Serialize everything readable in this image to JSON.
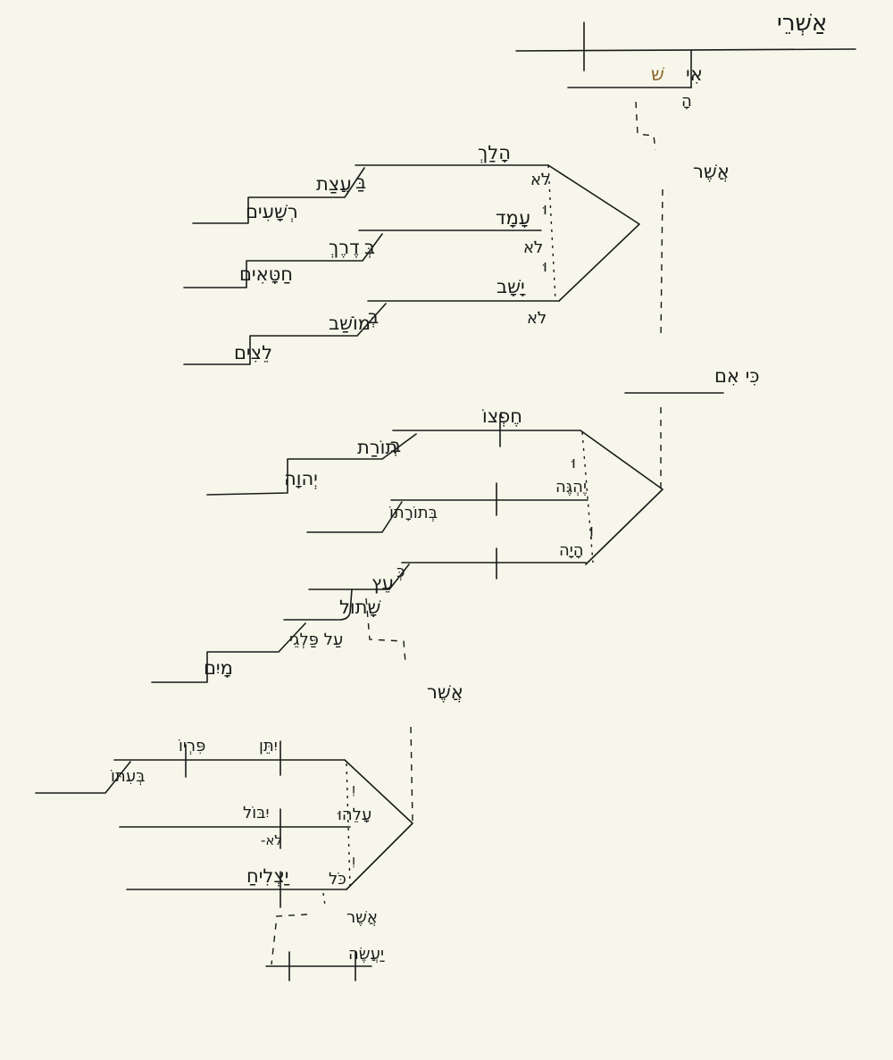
{
  "colors": {
    "background": "#f6f6ea",
    "ink": "#1a1a1a",
    "accent_letter": "#8a6a2a"
  },
  "words": {
    "ashrei": "אַשְׁרֵי",
    "ish_a": "אִי",
    "ish_b": "שׁ",
    "ha": "הָ",
    "asher1": "אֲשֶׁר",
    "halakh": "הָלַךְ",
    "lo1": "לֹא",
    "be1": "בַּ",
    "atsat": "עֲצַת",
    "reshaim": "רְשָׁעִים",
    "vav1": "וּ",
    "amad": "עָמָד",
    "lo2": "לֹא",
    "be2": "בְּ",
    "derekh": "דֶרֶךְ",
    "chataim": "חַטָּאִים",
    "vav2": "וּ",
    "yashav": "יָשָׁב",
    "lo3": "לֹא",
    "be3": "בְּ",
    "moshav": "מוֹשַׁב",
    "letsim": "לֵצִים",
    "ki_im": "כִּי אִם",
    "cheftso": "חֶפְצוֹ",
    "be4": "בְּ",
    "torat": "תוֹרַת",
    "yhwh": "יְהוָה",
    "vav3": "וּ",
    "yehgeh": "יֶהְגֶּה",
    "betorato": "בְּתוֹרָתוֹ",
    "vav4": "וְ",
    "hayah": "הָיָה",
    "ke": "כְּ",
    "ets": "עֵץ",
    "shatul": "שָׁתוּל",
    "al_palgei": "עַל פַּלְגֵי",
    "mayim": "מָיִם",
    "asher2": "אֲשֶׁר",
    "yiten": "יִתֵּן",
    "piryo": "פִּרְיוֹ",
    "beito": "בְּעִתּוֹ",
    "vav5": "וְ",
    "yibbol": "יִבּוֹל",
    "aleihu": "עָלֵהוּ",
    "lo4": "לֹא-",
    "vav6": "וְ",
    "yatsliach": "יַצְלִיחַ",
    "kol": "כֹּל",
    "asher3": "אֲשֶׁר",
    "yaaseh": "יַעֲשֶׂה"
  }
}
